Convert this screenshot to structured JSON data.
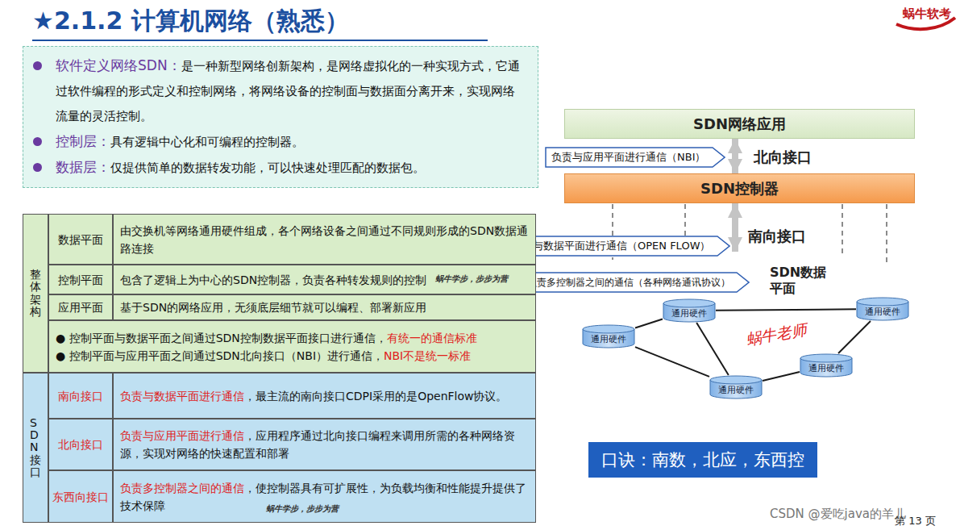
{
  "diagram": {
    "title": "★2.1.2 计算机网络（熟悉）",
    "nodes": [
      {
        "text": [
          "软件定义网络SDN：",
          "是一种新型网络创新架构，是网络虚拟化的一种实现方式，它通过软件编程的形式定义和控制网络，将网络设备的控制面与数据面分离开来，实现网络流量的灵活控制。",
          "控制层：",
          "具有逻辑中心化和可编程的控制器。",
          "数据层：",
          "仅提供简单的数据转发功能，可以快速处理匹配的数据包。"
        ]
      },
      {
        "text": [
          "SDN网络应用"
        ]
      },
      {
        "text": [
          "SDN控制器"
        ]
      },
      {
        "text": [
          "SDN数据平面"
        ]
      },
      {
        "text": [
          "通用硬件"
        ],
        "in": 3
      },
      {
        "text": [
          "通用硬件"
        ],
        "in": 3
      },
      {
        "text": [
          "通用硬件"
        ],
        "in": 3
      },
      {
        "text": [
          "通用硬件"
        ],
        "in": 3
      },
      {
        "text": [
          "通用硬件"
        ],
        "in": 3
      },
      {
        "text": [
          "负责与应用平面进行通信（NBI）"
        ]
      },
      {
        "text": [
          "负责与数据平面进行通信（OPEN FLOW）"
        ]
      },
      {
        "text": [
          "负责多控制器之间的通信（各种网络通讯协议）"
        ]
      },
      {
        "text": [
          "口诀：南数，北应，东西控"
        ]
      }
    ],
    "edges": [
      {
        "from": 1,
        "to": 2,
        "arrow": "both"
      },
      {
        "from": 2,
        "to": 3,
        "arrow": "both"
      },
      {
        "from": 6,
        "to": 4,
        "arrow": "none"
      },
      {
        "from": 6,
        "to": 8,
        "arrow": "none"
      },
      {
        "from": 4,
        "to": 5,
        "arrow": "none"
      },
      {
        "from": 4,
        "to": 8,
        "arrow": "none"
      },
      {
        "from": 8,
        "to": 7,
        "arrow": "none"
      },
      {
        "from": 7,
        "to": 5,
        "arrow": "none"
      }
    ],
    "labels": [
      "蜗牛软考",
      "整体架构",
      "数据平面",
      "由交换机等网络通用硬件组成，各个网络设备之间通过不同规则形成的SDN数据通路连接",
      "控制平面",
      "包含了逻辑上为中心的SDN控制器，负责各种转发规则的控制",
      "应用平面",
      "基于SDN的网络应用，无须底层细节就可以编程、部署新应用",
      "● 控制平面与数据平面之间通过SDN控制数据平面接口进行通信，",
      "有统一的通信标准",
      "● 控制平面与应用平面之间通过SDN北向接口（NBI）进行通信，",
      "NBI不是统一标准",
      "SDN接口",
      "南向接口",
      "负责与数据平面进行通信",
      "，最主流的南向接口CDPI采用的是OpenFlow协议。",
      "北向接口",
      "负责与应用平面进行通信",
      "，应用程序通过北向接口编程来调用所需的各种网络资源，实现对网络的快速配置和部署",
      "东西向接口",
      "负责多控制器之间的通信",
      "，使控制器具有可扩展性，为负载均衡和性能提升提供了技术保障",
      "蜗牛学步，步步为营",
      "蜗牛学步，步步为营",
      "北向接口",
      "南向接口",
      "蜗牛老师",
      "CSDN @爱吃java的羊儿",
      "第 13 页"
    ]
  }
}
